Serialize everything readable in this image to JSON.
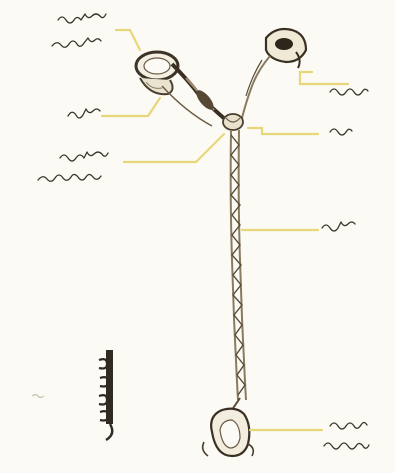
{
  "figure": {
    "labels": [
      {
        "id": "top-left-2line",
        "lines": 2
      },
      {
        "id": "left-mid-1line",
        "lines": 1
      },
      {
        "id": "left-lower-2line",
        "lines": 2
      },
      {
        "id": "right-top-1line",
        "lines": 1
      },
      {
        "id": "right-mid-1line",
        "lines": 1
      },
      {
        "id": "right-rope-1line",
        "lines": 1
      },
      {
        "id": "right-bottom-2line",
        "lines": 2
      }
    ],
    "colors": {
      "background": "#fbfaf4",
      "leader_line": "#e8d77a",
      "script_ink": "#3a3428",
      "rope": "#8a7a60"
    }
  }
}
